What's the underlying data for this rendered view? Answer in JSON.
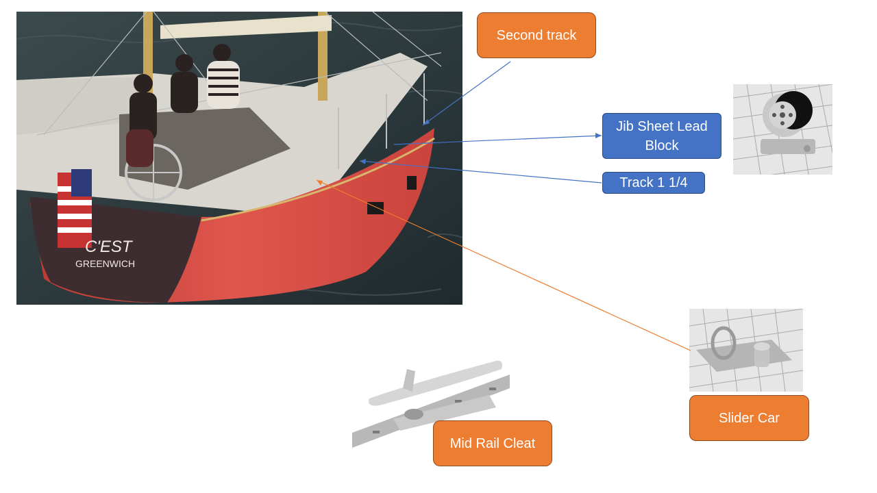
{
  "labels": {
    "second_track": "Second track",
    "jib_sheet_lead_block": "Jib Sheet Lead Block",
    "track": "Track 1 1/4",
    "slider_car": "Slider Car",
    "mid_rail_cleat": "Mid Rail Cleat"
  },
  "boat": {
    "hull_name": "C'EST",
    "hull_port": "GREENWICH"
  },
  "colors": {
    "orange_callout": "#ED7D31",
    "blue_callout": "#4472C4",
    "hull_red": "#d9534a",
    "water": "#2d3a3e"
  }
}
